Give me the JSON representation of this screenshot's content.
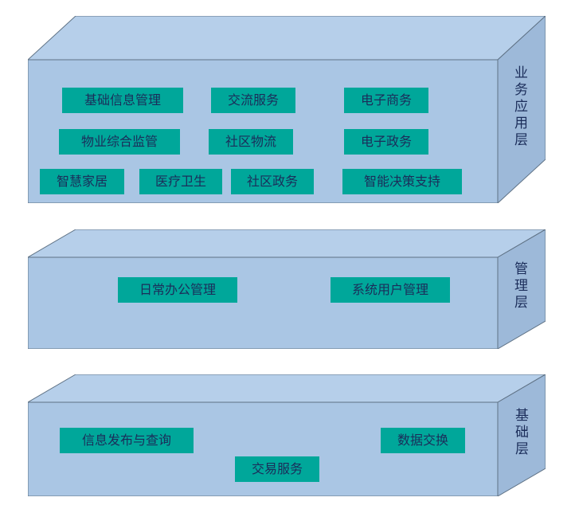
{
  "diagram": {
    "colors": {
      "slab_front": "#aac6e4",
      "slab_top": "#b6cfea",
      "slab_side": "#9db9d9",
      "slab_border": "#5f7285",
      "label_fill": "#00a79a",
      "label_text": "#1b2d5a",
      "layer_name_text": "#1b2d5a",
      "page_bg": "#ffffff"
    },
    "layers": [
      {
        "name": "业务应用层",
        "labels": [
          "基础信息管理",
          "交流服务",
          "电子商务",
          "物业综合监管",
          "社区物流",
          "电子政务",
          "智慧家居",
          "医疗卫生",
          "社区政务",
          "智能决策支持"
        ]
      },
      {
        "name": "管理层",
        "labels": [
          "日常办公管理",
          "系统用户管理"
        ]
      },
      {
        "name": "基础层",
        "labels": [
          "信息发布与查询",
          "数据交换",
          "交易服务"
        ]
      }
    ]
  }
}
